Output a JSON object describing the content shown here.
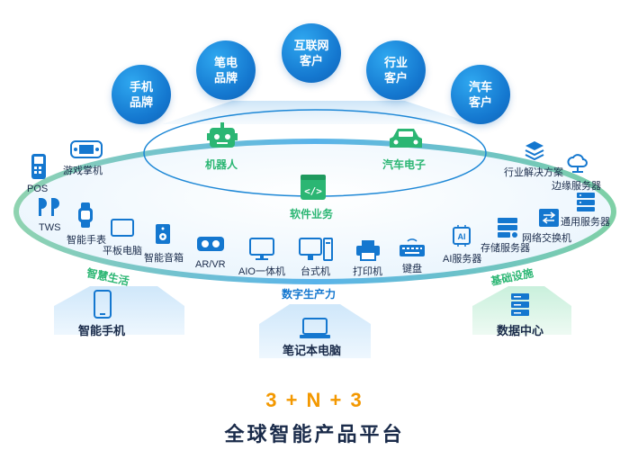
{
  "clients": [
    {
      "label": "手机\n品牌"
    },
    {
      "label": "笔电\n品牌"
    },
    {
      "label": "互联网\n客户"
    },
    {
      "label": "行业\n客户"
    },
    {
      "label": "汽车\n客户"
    }
  ],
  "core": {
    "robot": "机器人",
    "auto": "汽车电子",
    "software": "软件业务"
  },
  "devices": {
    "pos": "POS",
    "handheld": "游戏掌机",
    "tws": "TWS",
    "watch": "智能手表",
    "tablet": "平板电脑",
    "speaker": "智能音箱",
    "arvr": "AR/VR",
    "aio": "AIO一体机",
    "desktop": "台式机",
    "printer": "打印机",
    "keyboard": "键盘",
    "ai_server": "AI服务器",
    "storage_server": "存储服务器",
    "switch": "网络交换机",
    "industry": "行业解决方案",
    "edge_server": "边缘服务器",
    "general_server": "通用服务器"
  },
  "sections": {
    "smart_life": "智慧生活",
    "productivity": "数字生产力",
    "infrastructure": "基础设施"
  },
  "bottom": {
    "phone": "智能手机",
    "laptop": "笔记本电脑",
    "datacenter": "数据中心"
  },
  "headline": {
    "formula": "3 + N + 3",
    "title": "全球智能产品平台"
  },
  "colors": {
    "blue": "#1477cf",
    "green": "#2bb673",
    "orange": "#f39800",
    "dark": "#1a2b4a"
  }
}
